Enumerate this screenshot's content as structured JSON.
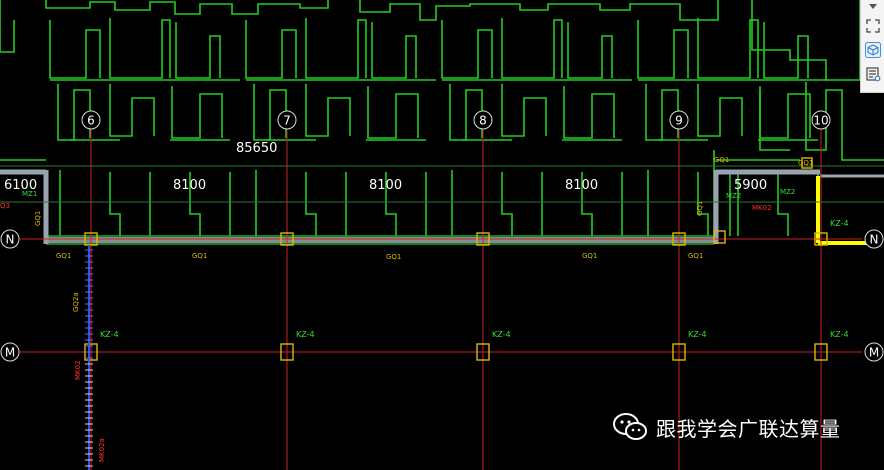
{
  "colors": {
    "background": "#000000",
    "wall": "#22cc22",
    "axis": "#cc2222",
    "dim_line": "#2a7a2a",
    "column": "#e0b800",
    "selected": "#ffff00",
    "label_green": "#33dd33",
    "label_red": "#ff3030",
    "label_white": "#ffffff",
    "beam": "#9aa4b0"
  },
  "axes_vertical": [
    "6",
    "7",
    "8",
    "9",
    "10"
  ],
  "axes_horizontal": [
    "N",
    "M"
  ],
  "dimensions": {
    "overall": "85650",
    "spans": [
      "6100",
      "8100",
      "8100",
      "8100",
      "5900"
    ]
  },
  "labels": {
    "gq1": "GQ1",
    "kz4": "KZ-4",
    "mz1": "MZ1",
    "mz2": "MZ2",
    "mk02": "MK02",
    "gq2a": "GQ2a",
    "mk02b": "MK02",
    "mk02a": "MK02a",
    "q3": "Q3"
  },
  "toolbar": {
    "dropdown_icon": "caret-down-icon",
    "fullscreen_icon": "fullscreen-icon",
    "view3d_icon": "cube-icon",
    "properties_icon": "properties-icon"
  },
  "watermark": {
    "text": "跟我学会广联达算量",
    "icon": "wechat-icon"
  }
}
